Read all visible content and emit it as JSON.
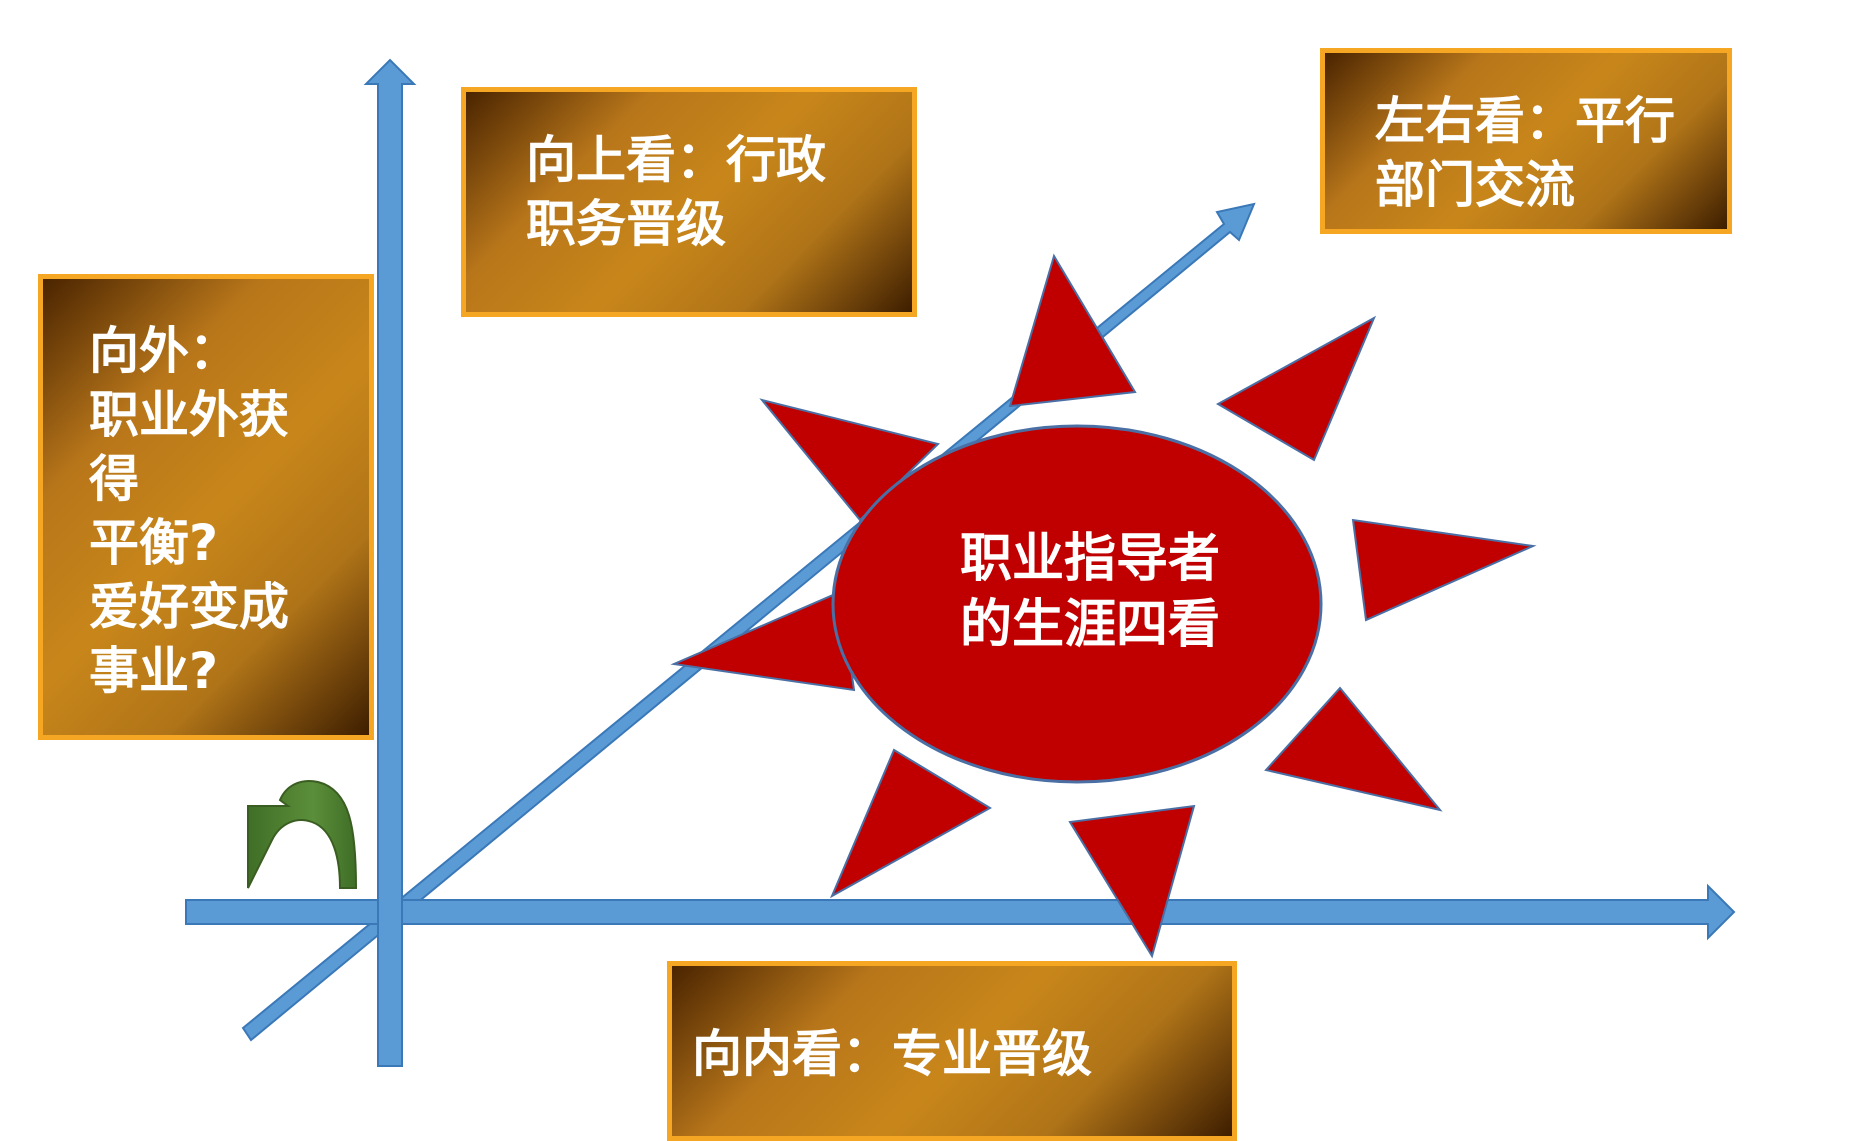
{
  "center": {
    "title": "职业指导者\n的生涯四看"
  },
  "boxes": {
    "up": "向上看：行政\n职务晋级",
    "side": "左右看：平行\n部门交流",
    "out": "向外：\n职业外获\n得\n平衡?\n爱好变成\n事业?",
    "in": "向内看：专业晋级"
  },
  "colors": {
    "axis": "#5b9bd5",
    "axis_stroke": "#3a78b8",
    "sun": "#c00000",
    "sun_stroke": "#4a6fa5",
    "box_border": "#f5a623",
    "box_gradient_dark": "#4a2400",
    "box_gradient_light": "#c8861a",
    "curved_arrow": "#548235",
    "text": "#ffffff"
  }
}
